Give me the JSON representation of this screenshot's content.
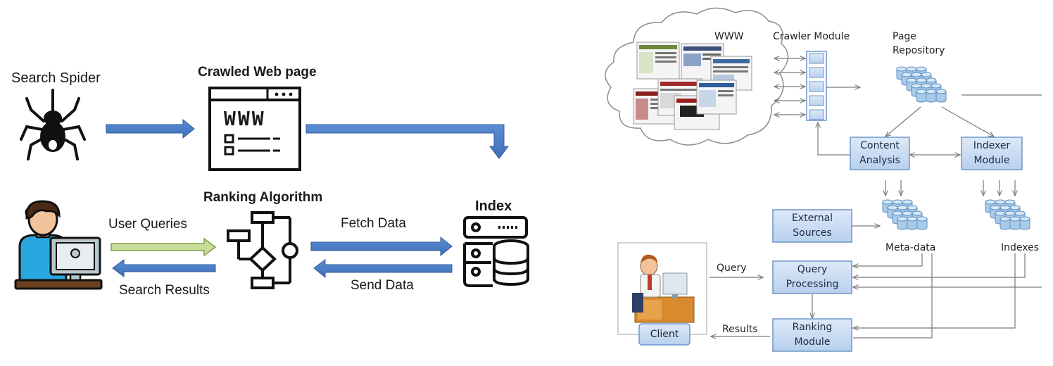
{
  "left": {
    "spider_label": "Search Spider",
    "webpage_title": "Crawled Web page",
    "webpage_text": "WWW",
    "ranking_title": "Ranking Algorithm",
    "index_title": "Index",
    "user_queries": "User Queries",
    "search_results": "Search Results",
    "fetch_data": "Fetch Data",
    "send_data": "Send Data"
  },
  "right": {
    "www": "WWW",
    "crawler_module": "Crawler Module",
    "page_repository_line1": "Page",
    "page_repository_line2": "Repository",
    "content_analysis_line1": "Content",
    "content_analysis_line2": "Analysis",
    "indexer_module_line1": "Indexer",
    "indexer_module_line2": "Module",
    "external_sources_line1": "External",
    "external_sources_line2": "Sources",
    "meta_data": "Meta-data",
    "indexes": "Indexes",
    "query": "Query",
    "query_processing_line1": "Query",
    "query_processing_line2": "Processing",
    "results": "Results",
    "ranking_module_line1": "Ranking",
    "ranking_module_line2": "Module",
    "client": "Client"
  },
  "colors": {
    "arrow_blue": "#4a7ec9",
    "arrow_green": "#c9dd9a",
    "box_blue": "#c9dcf3",
    "box_border": "#6f95c9",
    "line_gray": "#8a8a8a"
  }
}
